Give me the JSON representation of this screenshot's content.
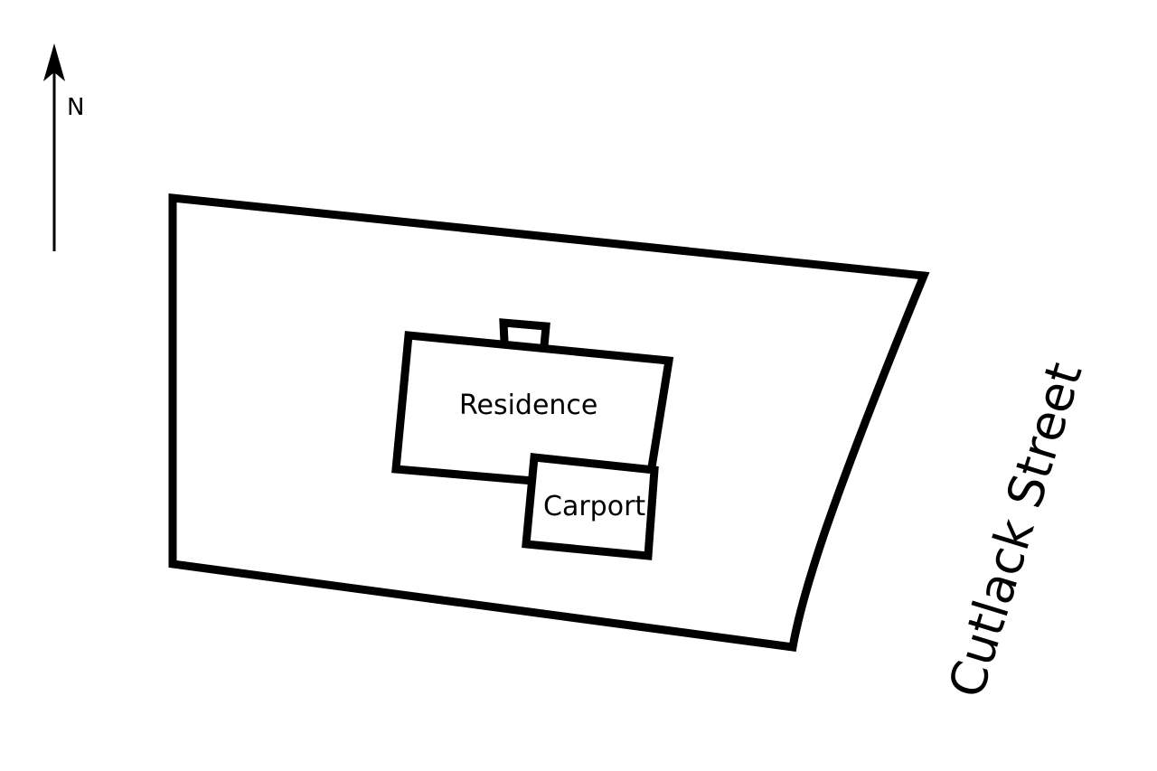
{
  "north_arrow": {
    "label": "N"
  },
  "buildings": {
    "residence_label": "Residence",
    "carport_label": "Carport"
  },
  "street": {
    "label": "Cutlack Street"
  },
  "colors": {
    "stroke": "#000000",
    "background": "#ffffff"
  }
}
